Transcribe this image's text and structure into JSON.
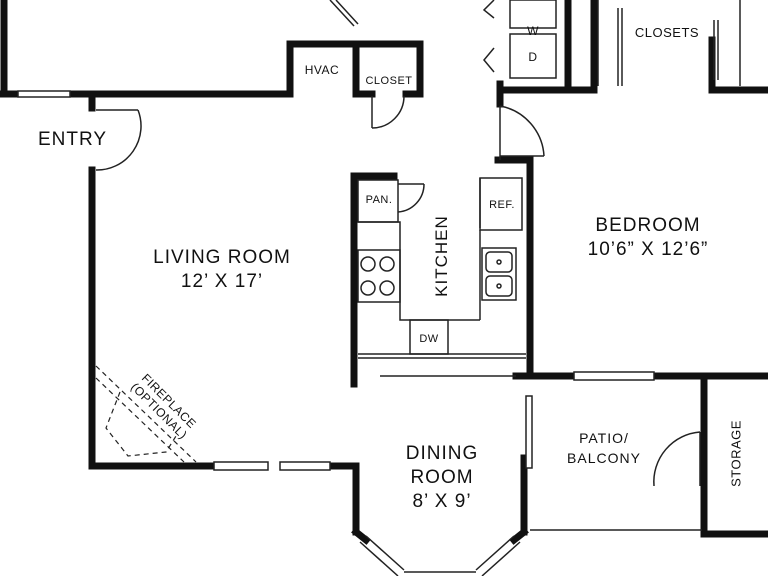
{
  "rooms": {
    "entry": "ENTRY",
    "living_room": {
      "name": "LIVING ROOM",
      "size": "12’ X 17’"
    },
    "kitchen": "KITCHEN",
    "bedroom": {
      "name": "BEDROOM",
      "size": "10’6” X 12’6”"
    },
    "dining_room": {
      "name_line1": "DINING",
      "name_line2": "ROOM",
      "size": "8’ X 9’"
    },
    "patio": {
      "line1": "PATIO/",
      "line2": "BALCONY"
    },
    "storage": "STORAGE",
    "closets": "CLOSETS"
  },
  "fixtures": {
    "hvac": "HVAC",
    "closet": "CLOSET",
    "pantry": "PAN.",
    "refrigerator": "REF.",
    "dishwasher": "DW",
    "washer": "W",
    "dryer": "D",
    "fireplace_line1": "FIREPLACE",
    "fireplace_line2": "(OPTIONAL)"
  }
}
